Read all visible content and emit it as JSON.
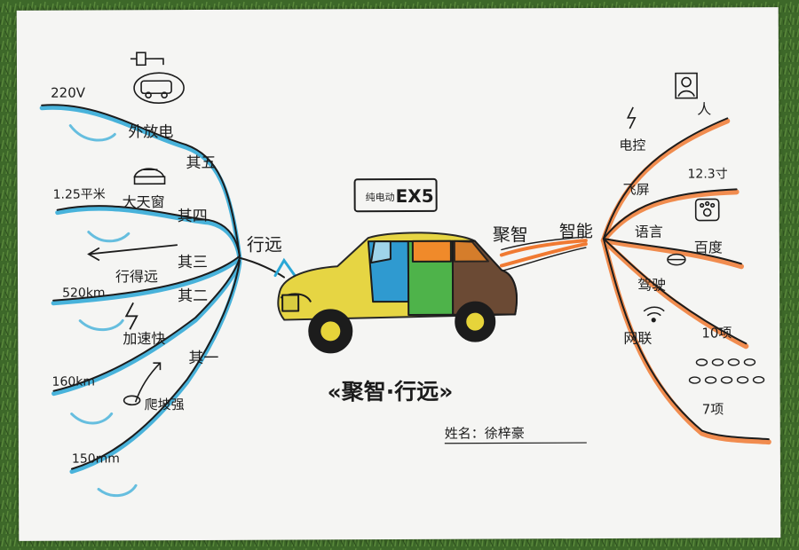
{
  "theme": {
    "grass": "#3f6a2a",
    "paper": "#f5f5f3",
    "ink": "#1c1c1c",
    "left_branch_color": "#2aa7d6",
    "right_branch_color": "#f07a32"
  },
  "badge": {
    "prefix": "纯电动",
    "model": "EX5"
  },
  "center_label_left": "行远",
  "center_label_right_1": "聚智",
  "center_label_right_2": "智能",
  "title": "«聚智·行远»",
  "author": "姓名：徐梓豪",
  "left_branches": [
    {
      "name": "其五",
      "topic": "外放电",
      "value": "220V",
      "icon": "plug-van-icon"
    },
    {
      "name": "其四",
      "topic": "大天窗",
      "value": "1.25平米",
      "icon": "sunroof-car-icon"
    },
    {
      "name": "其三",
      "topic": "行得远",
      "value": "520km",
      "icon": "arrow-left-icon"
    },
    {
      "name": "其二",
      "topic": "加速快",
      "value": "160km",
      "icon": "lightning-icon"
    },
    {
      "name": "其一",
      "topic": "爬坡强",
      "value": "150mm",
      "icon": "slope-icon"
    }
  ],
  "right_branches": [
    {
      "topic": "电控",
      "value": "人",
      "icon": "person-icon"
    },
    {
      "topic": "飞屏",
      "value": "12.3寸",
      "icon": "screen-icon"
    },
    {
      "topic": "语言",
      "value": "百度",
      "icon": "paw-icon"
    },
    {
      "topic": "驾驶",
      "value": "10项",
      "icon": "steering-icon"
    },
    {
      "topic": "网联",
      "value": "7项",
      "icon": "wifi-icon"
    }
  ]
}
